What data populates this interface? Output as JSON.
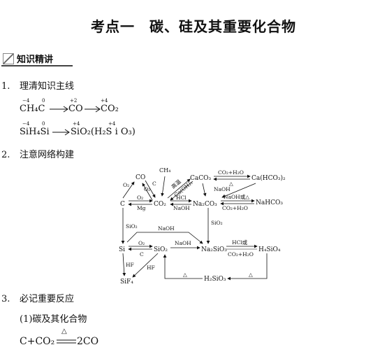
{
  "title": "考点一　碳、硅及其重要化合物",
  "section": {
    "label": "知识精讲"
  },
  "items": [
    {
      "num": "1.",
      "text": "理清知识主线"
    },
    {
      "num": "2.",
      "text": "注意网络构建"
    },
    {
      "num": "3.",
      "text": "必记重要反应"
    }
  ],
  "chain1": {
    "ox": [
      "−4",
      "0",
      "+2",
      "+4"
    ],
    "species": [
      "CH₄",
      "C",
      "CO",
      "CO₂"
    ]
  },
  "chain2": {
    "ox": [
      "−4",
      "0",
      "+4",
      "+4"
    ],
    "species": [
      "SiH₄",
      "Si",
      "SiO₂(H₂S i O₃)"
    ]
  },
  "network": {
    "nodes": {
      "C": "C",
      "CO": "CO",
      "CO2": "CO₂",
      "CH4": "CH₄",
      "CaCO3": "CaCO₃",
      "CaHCO3": "Ca(HCO₃)₂",
      "Na2CO3": "Na₂CO₃",
      "NaHCO3": "NaHCO₃",
      "Si": "Si",
      "SiO2": "SiO₂",
      "Na2SiO3": "Na₂SiO₃",
      "H4SiO4": "H₄SiO₄",
      "SiF4": "SiF₄",
      "H2SiO3": "H₂SiO₃"
    },
    "labels": {
      "o2": "O₂",
      "c": "C",
      "gaowen": "高温",
      "caoh2": "Ca(OH)₂",
      "co2h2o": "CO₂+H₂O",
      "delta": "△",
      "naoh": "NaOH",
      "hcl": "HCl",
      "mg": "Mg",
      "naoh_or_delta": "NaOH或△",
      "sio2": "SiO₂",
      "hf": "HF",
      "hcl_or": "HCl或"
    }
  },
  "sub1": "(1)碳及其化合物",
  "eq1": {
    "left": "C+CO₂",
    "cond": "△",
    "right": "2CO"
  }
}
